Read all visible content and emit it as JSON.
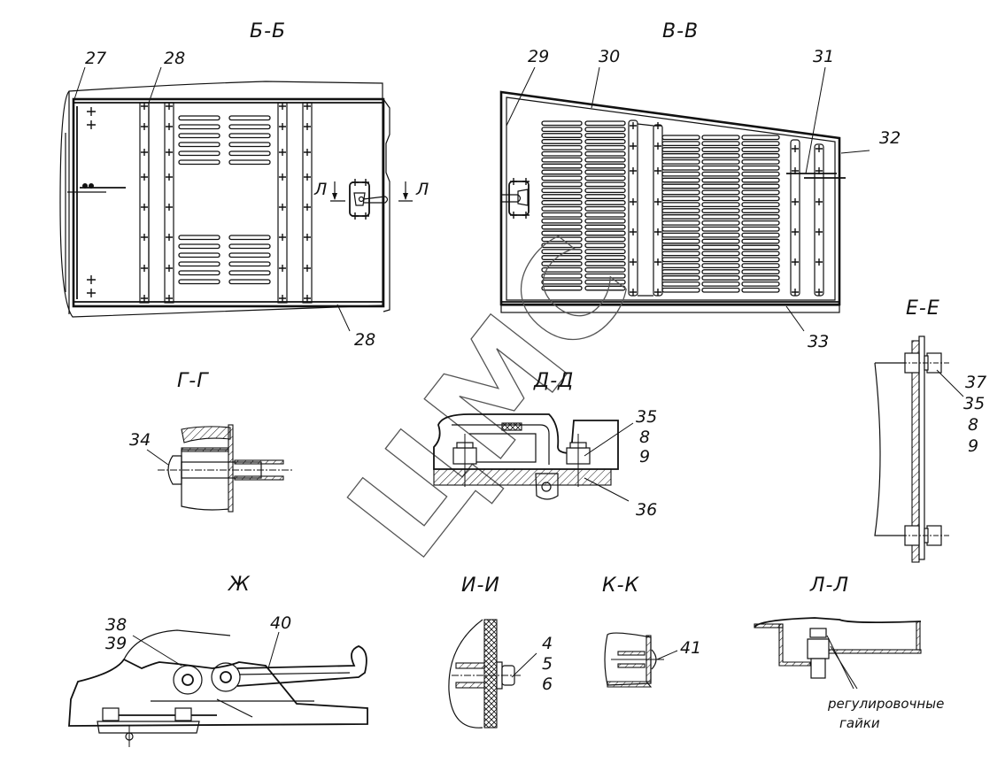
{
  "drawing": {
    "watermark": "ЦМС",
    "views": {
      "bb": {
        "title": "Б-Б",
        "callouts": [
          "27",
          "28",
          "28"
        ],
        "section_mark": "Л"
      },
      "vv": {
        "title": "В-В",
        "callouts": [
          "29",
          "30",
          "31",
          "32",
          "33"
        ]
      },
      "ee": {
        "title": "Е-Е",
        "callouts": [
          "37",
          "35",
          "8",
          "9"
        ]
      },
      "gg": {
        "title": "Г-Г",
        "callouts": [
          "34"
        ]
      },
      "dd": {
        "title": "Д-Д",
        "callouts": [
          "35",
          "8",
          "9",
          "36"
        ]
      },
      "zh": {
        "title": "Ж",
        "callouts": [
          "38",
          "39",
          "40"
        ]
      },
      "ii": {
        "title": "И-И",
        "callouts": [
          "4",
          "5",
          "6"
        ]
      },
      "kk": {
        "title": "К-К",
        "callouts": [
          "41"
        ]
      },
      "ll": {
        "title": "Л-Л",
        "note_line1": "регулировочные",
        "note_line2": "гайки"
      }
    },
    "colors": {
      "ink": "#111111",
      "paper": "#ffffff",
      "watermark": "#666666"
    }
  }
}
